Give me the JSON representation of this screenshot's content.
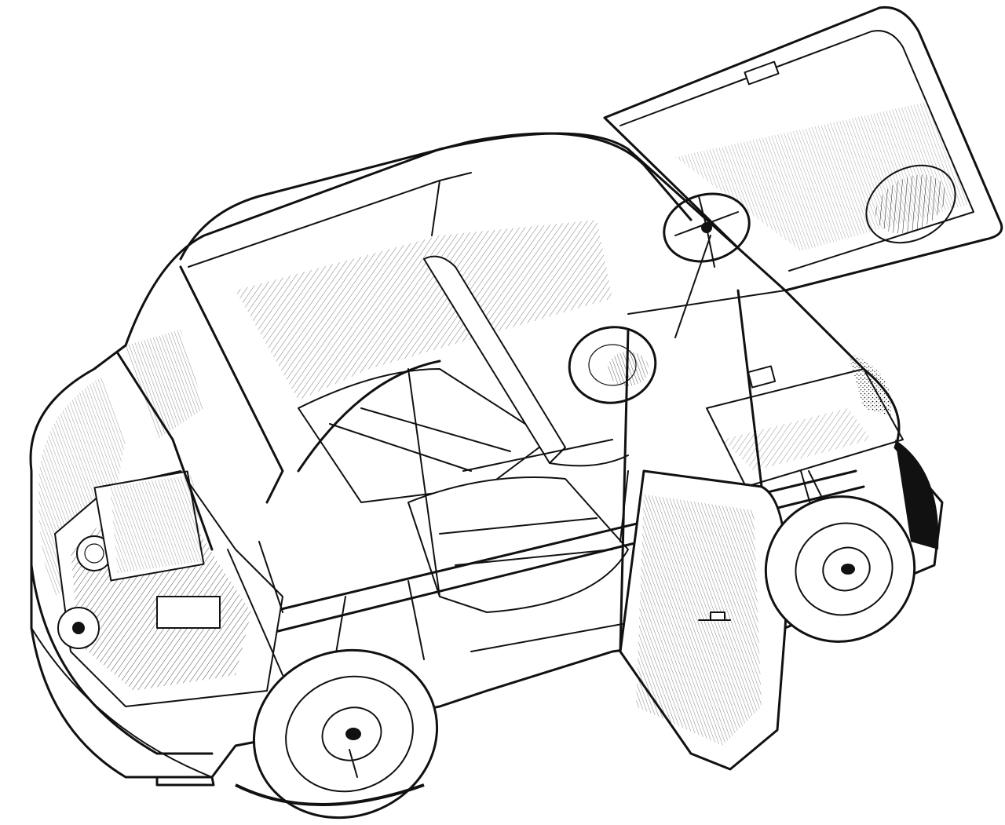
{
  "illustration": {
    "signature_text": "",
    "palette": {
      "ink": "#111111",
      "paper": "#ffffff"
    },
    "style": "black-and-white cutaway line drawing",
    "features": [
      "open-rear-hood",
      "open-front-door",
      "steering-wheel",
      "front-wheel",
      "rear-wheel",
      "spare-wheel",
      "rear-engine",
      "bench-seats",
      "roof"
    ]
  }
}
